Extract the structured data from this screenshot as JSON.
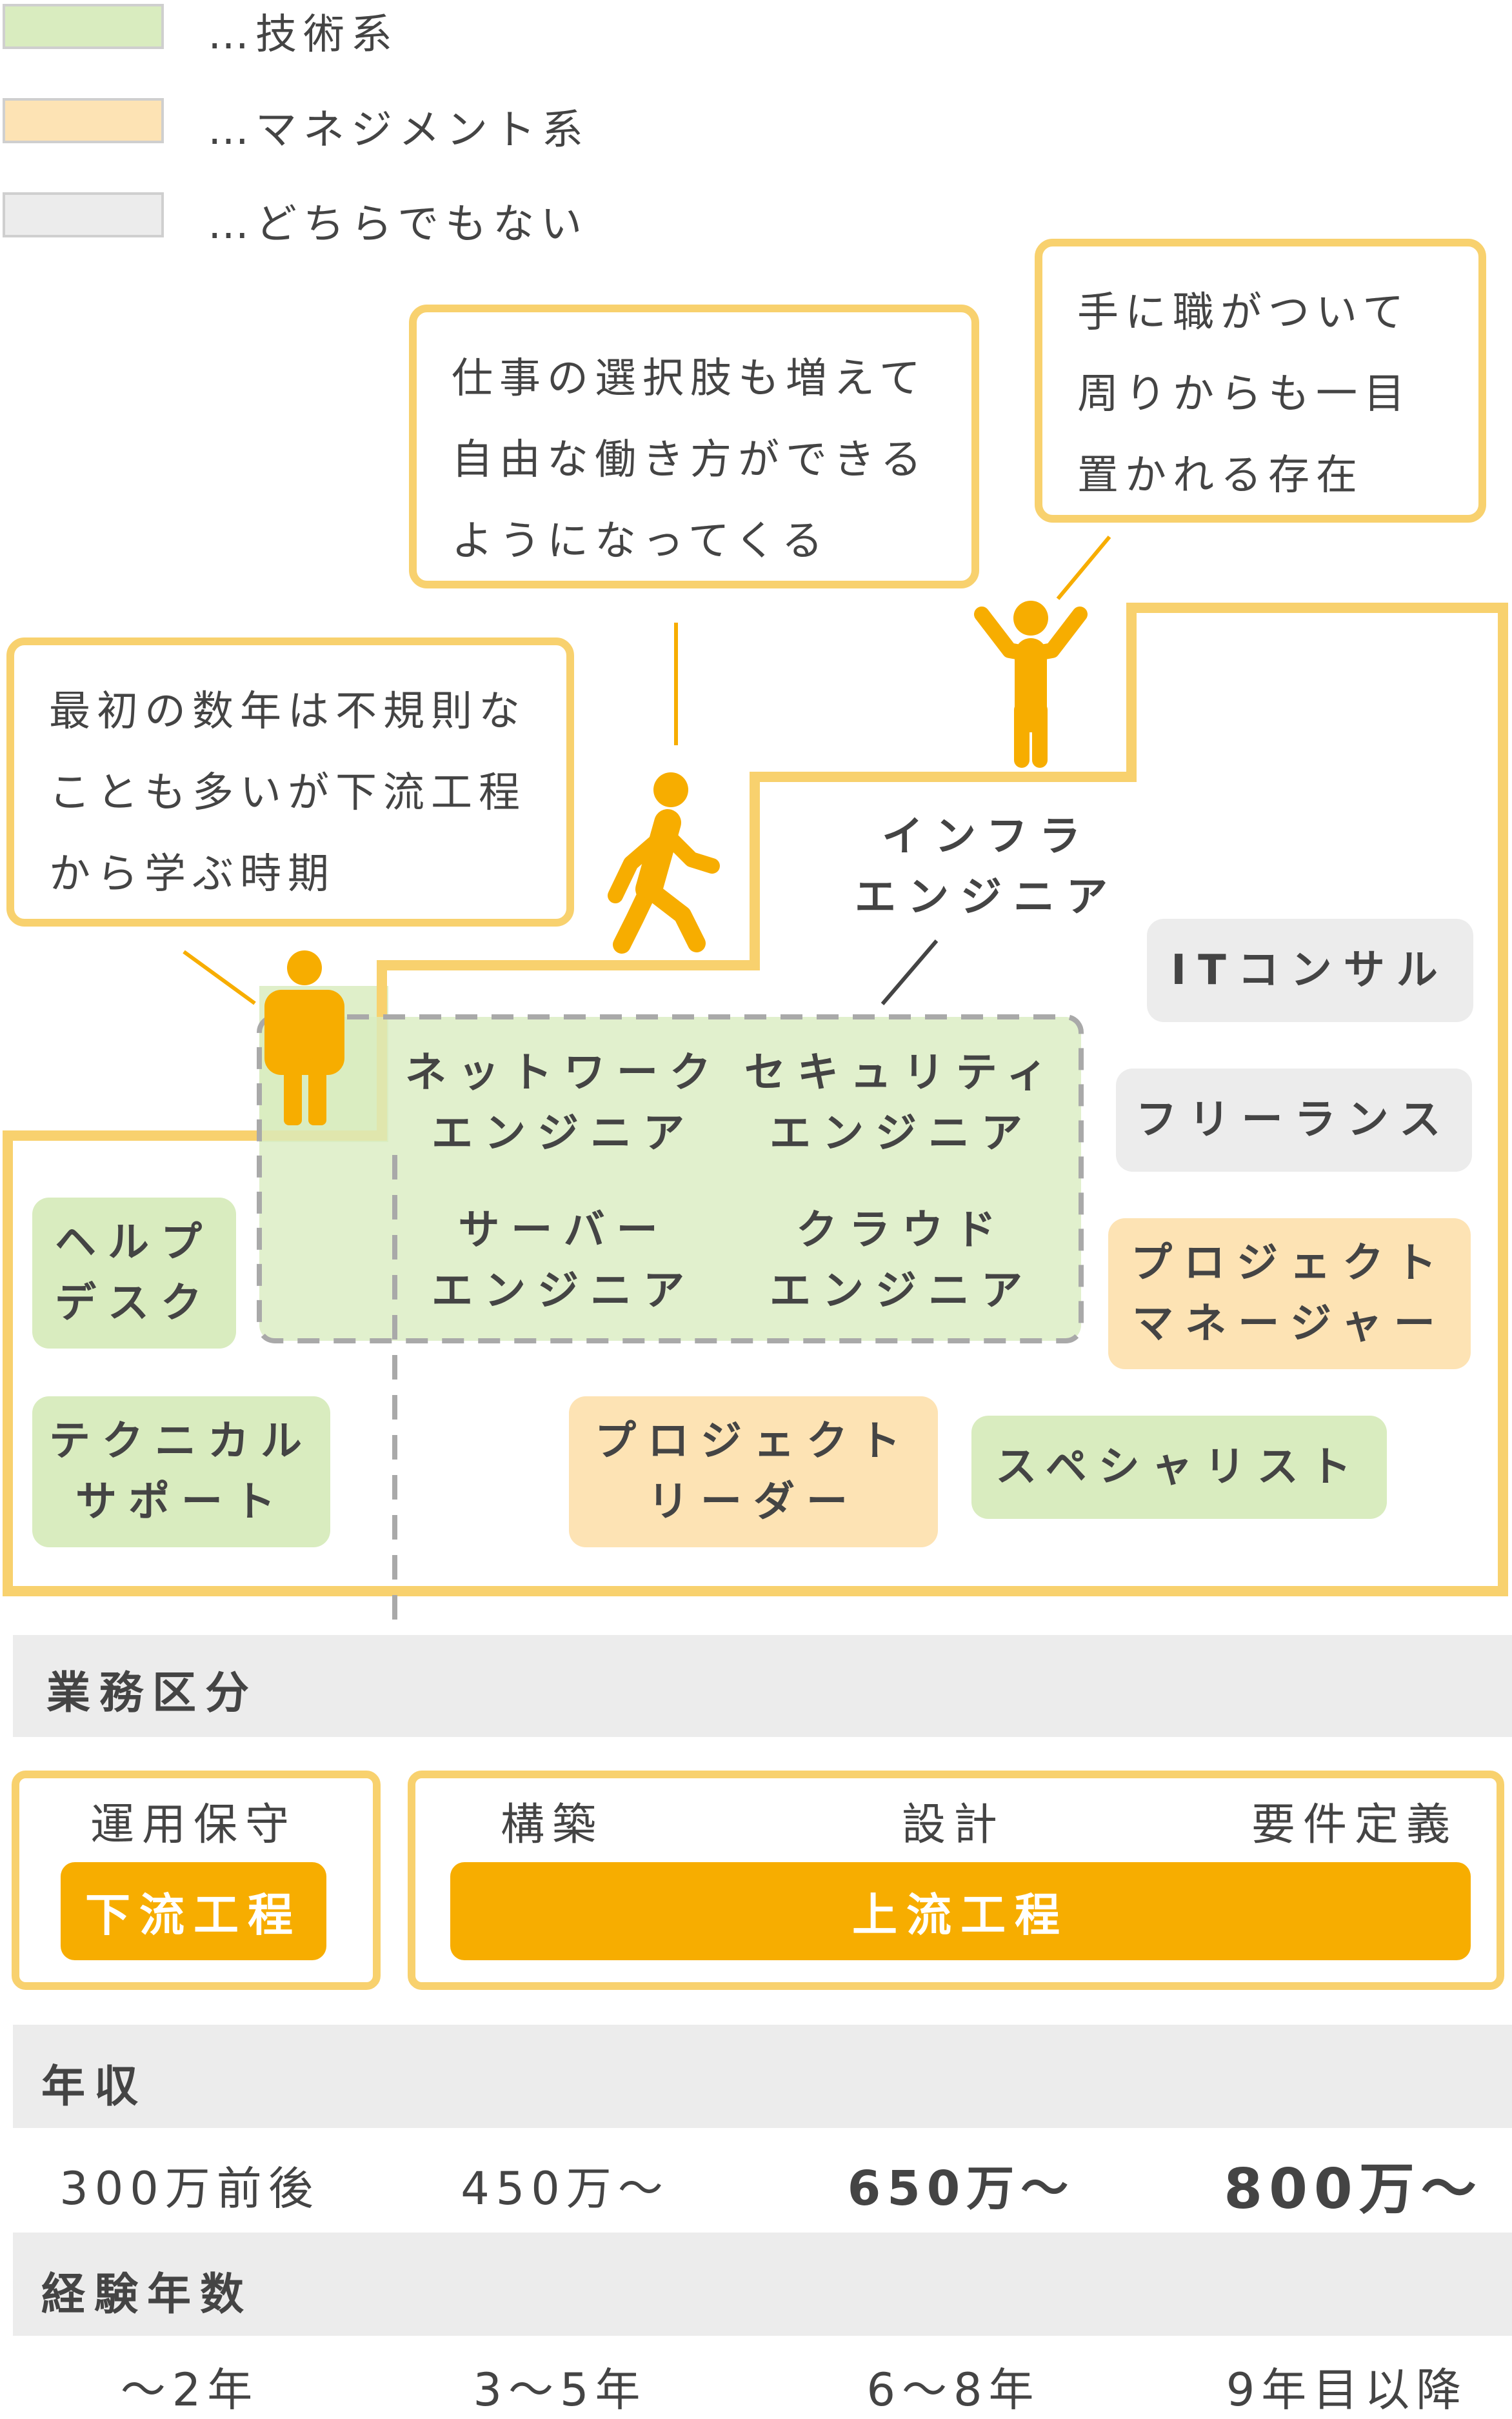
{
  "legend": [
    {
      "label": "…技術系",
      "color": "#d9ecbf"
    },
    {
      "label": "…マネジメント系",
      "color": "#fde3b4"
    },
    {
      "label": "…どちらでもない",
      "color": "#ececec"
    }
  ],
  "bubbles": {
    "early": [
      "最初の数年は不規則な",
      "ことも多いが下流工程",
      "から学ぶ時期"
    ],
    "mid": [
      "仕事の選択肢も増えて",
      "自由な働き方ができる",
      "ようになってくる"
    ],
    "top": [
      "手に職がついて",
      "周りからも一目",
      "置かれる存在"
    ]
  },
  "infra": {
    "line1": "インフラ",
    "line2": "エンジニア"
  },
  "roles": {
    "network": [
      "ネットワーク",
      "エンジニア"
    ],
    "security": [
      "セキュリティ",
      "エンジニア"
    ],
    "server": [
      "サーバー",
      "エンジニア"
    ],
    "cloud": [
      "クラウド",
      "エンジニア"
    ],
    "helpdesk": [
      "ヘルプ",
      "デスク"
    ],
    "techsupport": [
      "テクニカル",
      "サポート"
    ],
    "pl": [
      "プロジェクト",
      "リーダー"
    ],
    "specialist": [
      "スペシャリスト"
    ],
    "pm": [
      "プロジェクト",
      "マネージャー"
    ],
    "freelance": [
      "フリーランス"
    ],
    "itconsul": [
      "ITコンサル"
    ]
  },
  "rows": {
    "business": {
      "label": "業務区分",
      "phases": [
        "運用保守",
        "構築",
        "設計",
        "要件定義"
      ],
      "downstream": "下流工程",
      "upstream": "上流工程"
    },
    "income": {
      "label": "年収",
      "values": [
        "300万前後",
        "450万〜",
        "650万〜",
        "800万〜"
      ]
    },
    "experience": {
      "label": "経験年数",
      "values": [
        "〜2年",
        "3〜5年",
        "6〜8年",
        "9年目以降"
      ]
    }
  },
  "colors": {
    "accent": "#f7ad00",
    "frame": "#f8d16e",
    "tech": "#d9ecbf",
    "mgmt": "#fde3b4",
    "neutral": "#ececec"
  }
}
